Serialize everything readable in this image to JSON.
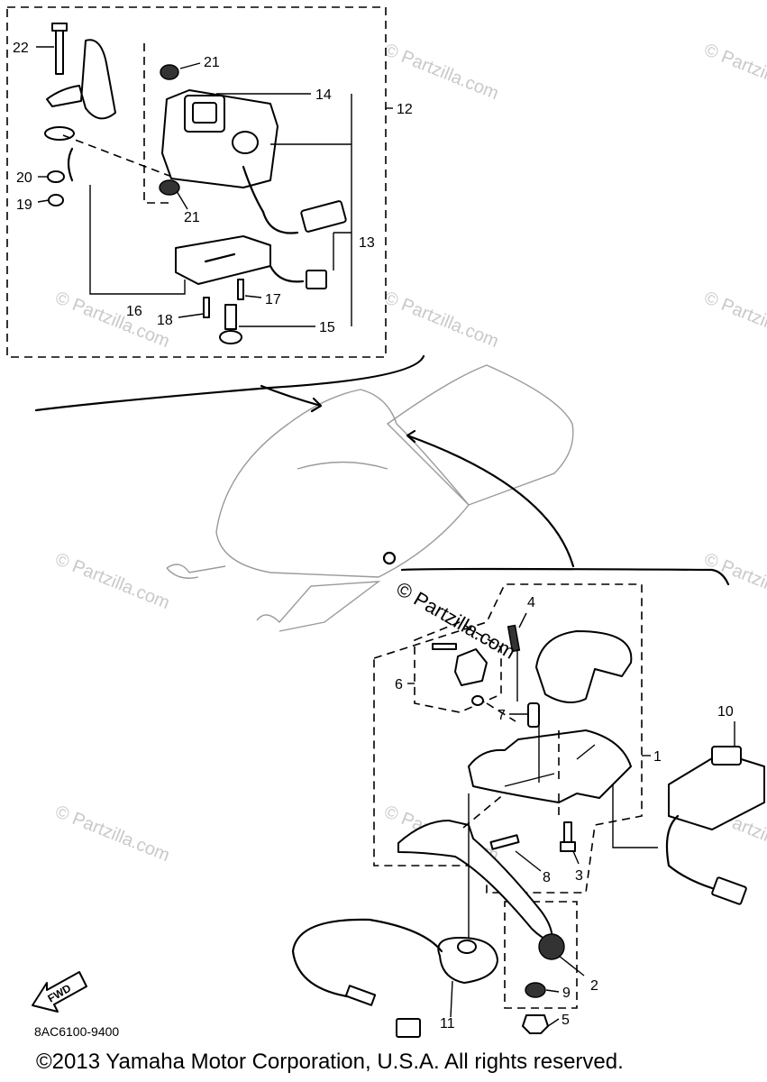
{
  "diagram": {
    "callouts": [
      {
        "id": "1",
        "text": "1"
      },
      {
        "id": "2",
        "text": "2"
      },
      {
        "id": "3",
        "text": "3"
      },
      {
        "id": "4",
        "text": "4"
      },
      {
        "id": "5",
        "text": "5"
      },
      {
        "id": "6",
        "text": "6"
      },
      {
        "id": "7",
        "text": "7"
      },
      {
        "id": "8",
        "text": "8"
      },
      {
        "id": "9",
        "text": "9"
      },
      {
        "id": "10",
        "text": "10"
      },
      {
        "id": "11",
        "text": "11"
      },
      {
        "id": "12",
        "text": "12"
      },
      {
        "id": "13",
        "text": "13"
      },
      {
        "id": "14",
        "text": "14"
      },
      {
        "id": "15",
        "text": "15"
      },
      {
        "id": "16",
        "text": "16"
      },
      {
        "id": "17",
        "text": "17"
      },
      {
        "id": "18",
        "text": "18"
      },
      {
        "id": "19",
        "text": "19"
      },
      {
        "id": "20",
        "text": "20"
      },
      {
        "id": "21a",
        "text": "21"
      },
      {
        "id": "21b",
        "text": "21"
      },
      {
        "id": "22",
        "text": "22"
      }
    ],
    "fwd_label": "FWD",
    "diagram_code": "8AC6100-9400",
    "copyright": "©2013  Yamaha Motor Corporation, U.S.A. All rights reserved.",
    "stamp": "© Partzilla.com",
    "watermark": "© Partzilla.com"
  }
}
